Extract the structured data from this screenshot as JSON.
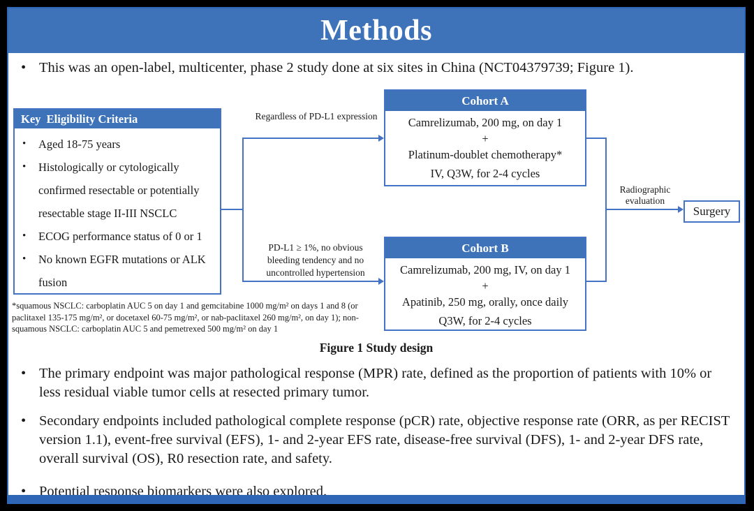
{
  "slide": {
    "title": "Methods",
    "intro": "This was an open-label, multicenter, phase 2 study done at six sites in China (NCT04379739; Figure 1).",
    "figure": {
      "caption": "Figure 1 Study design",
      "eligibility": {
        "header": "Key  Eligibility Criteria",
        "items": [
          "Aged 18-75 years",
          "Histologically or cytologically confirmed resectable or potentially resectable stage II-III NSCLC",
          "ECOG performance status of 0 or 1",
          "No known EGFR mutations or ALK fusion"
        ]
      },
      "branch_top_label": "Regardless of PD-L1 expression",
      "branch_bottom_label": "PD-L1 ≥ 1%, no obvious bleeding tendency and no uncontrolled hypertension",
      "cohort_a": {
        "header": "Cohort A",
        "lines": [
          "Camrelizumab, 200 mg, on day 1",
          "+",
          "Platinum-doublet chemotherapy*",
          "IV, Q3W, for 2-4 cycles"
        ]
      },
      "cohort_b": {
        "header": "Cohort B",
        "lines": [
          "Camrelizumab, 200 mg, IV, on day 1",
          "+",
          "Apatinib, 250 mg, orally, once daily",
          "Q3W, for 2-4 cycles"
        ]
      },
      "evaluation_label": "Radiographic evaluation",
      "surgery": "Surgery",
      "footnote": "*squamous NSCLC: carboplatin AUC 5 on day 1 and gemcitabine 1000 mg/m² on days 1 and 8 (or paclitaxel 135-175 mg/m², or docetaxel 60-75 mg/m², or nab-paclitaxel 260 mg/m², on day 1); non-squamous NSCLC: carboplatin AUC 5 and pemetrexed 500 mg/m² on day 1"
    },
    "endpoint_bullets": [
      "The primary endpoint was major pathological response (MPR) rate, defined as the proportion of patients with 10% or less residual viable tumor cells at resected primary tumor.",
      "Secondary endpoints included pathological complete response (pCR) rate, objective response rate (ORR, as per RECIST version 1.1), event-free survival (EFS), 1- and 2-year EFS rate, disease-free survival (DFS), 1- and 2-year DFS rate, overall survival (OS), R0 resection rate, and safety.",
      "Potential response biomarkers were also explored."
    ],
    "colors": {
      "banner_blue": "#3e73b9",
      "line_blue": "#4472c4",
      "border_blue": "#2f66b5",
      "text_black": "#1a1a1a",
      "white": "#ffffff"
    }
  }
}
